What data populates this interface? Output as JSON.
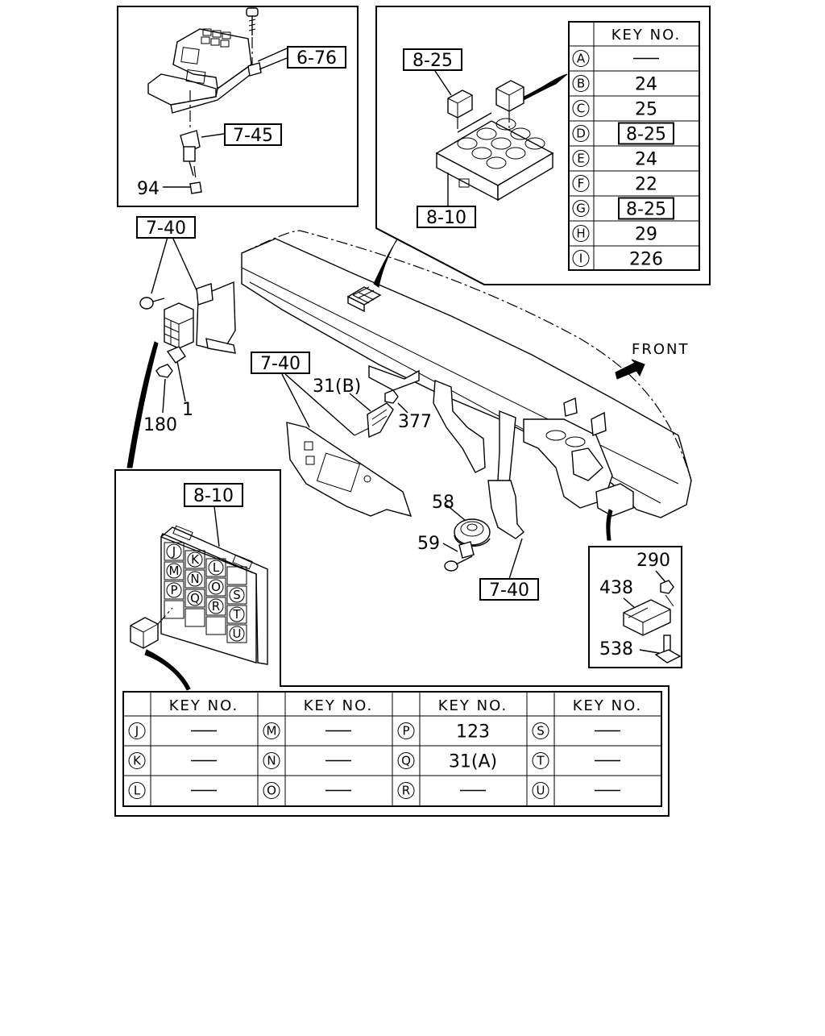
{
  "callouts": {
    "ref_6_76": "6-76",
    "ref_7_45": "7-45",
    "num_94": "94",
    "ref_7_40_top": "7-40",
    "num_180": "180",
    "num_1": "1",
    "ref_7_40_mid": "7-40",
    "num_31b": "31(B)",
    "num_377": "377",
    "num_58": "58",
    "num_59": "59",
    "ref_7_40_bottom": "7-40",
    "front_label": "FRONT",
    "ref_8_25": "8-25",
    "ref_8_10_top": "8-10",
    "ref_8_10_bottom": "8-10",
    "num_290": "290",
    "num_438": "438",
    "num_538": "538"
  },
  "relay_table_top": {
    "header": "KEY NO.",
    "rows": [
      {
        "key": "A",
        "value": "—",
        "boxed": false
      },
      {
        "key": "B",
        "value": "24",
        "boxed": false
      },
      {
        "key": "C",
        "value": "25",
        "boxed": false
      },
      {
        "key": "D",
        "value": "8-25",
        "boxed": true
      },
      {
        "key": "E",
        "value": "24",
        "boxed": false
      },
      {
        "key": "F",
        "value": "22",
        "boxed": false
      },
      {
        "key": "G",
        "value": "8-25",
        "boxed": true
      },
      {
        "key": "H",
        "value": "29",
        "boxed": false
      },
      {
        "key": "I",
        "value": "226",
        "boxed": false
      }
    ]
  },
  "relay_table_bottom": {
    "header": "KEY NO.",
    "columns": [
      {
        "rows": [
          {
            "key": "J",
            "value": "—"
          },
          {
            "key": "K",
            "value": "—"
          },
          {
            "key": "L",
            "value": "—"
          }
        ]
      },
      {
        "rows": [
          {
            "key": "M",
            "value": "—"
          },
          {
            "key": "N",
            "value": "—"
          },
          {
            "key": "O",
            "value": "—"
          }
        ]
      },
      {
        "rows": [
          {
            "key": "P",
            "value": "123"
          },
          {
            "key": "Q",
            "value": "31(A)"
          },
          {
            "key": "R",
            "value": "—"
          }
        ]
      },
      {
        "rows": [
          {
            "key": "S",
            "value": "—"
          },
          {
            "key": "T",
            "value": "—"
          },
          {
            "key": "U",
            "value": "—"
          }
        ]
      }
    ]
  },
  "block_grid_bottom": {
    "cells": [
      [
        "J",
        "K",
        "L",
        ""
      ],
      [
        "M",
        "N",
        "O",
        "S"
      ],
      [
        "P",
        "Q",
        "R",
        "T"
      ],
      [
        "",
        "",
        "",
        "U"
      ]
    ]
  }
}
